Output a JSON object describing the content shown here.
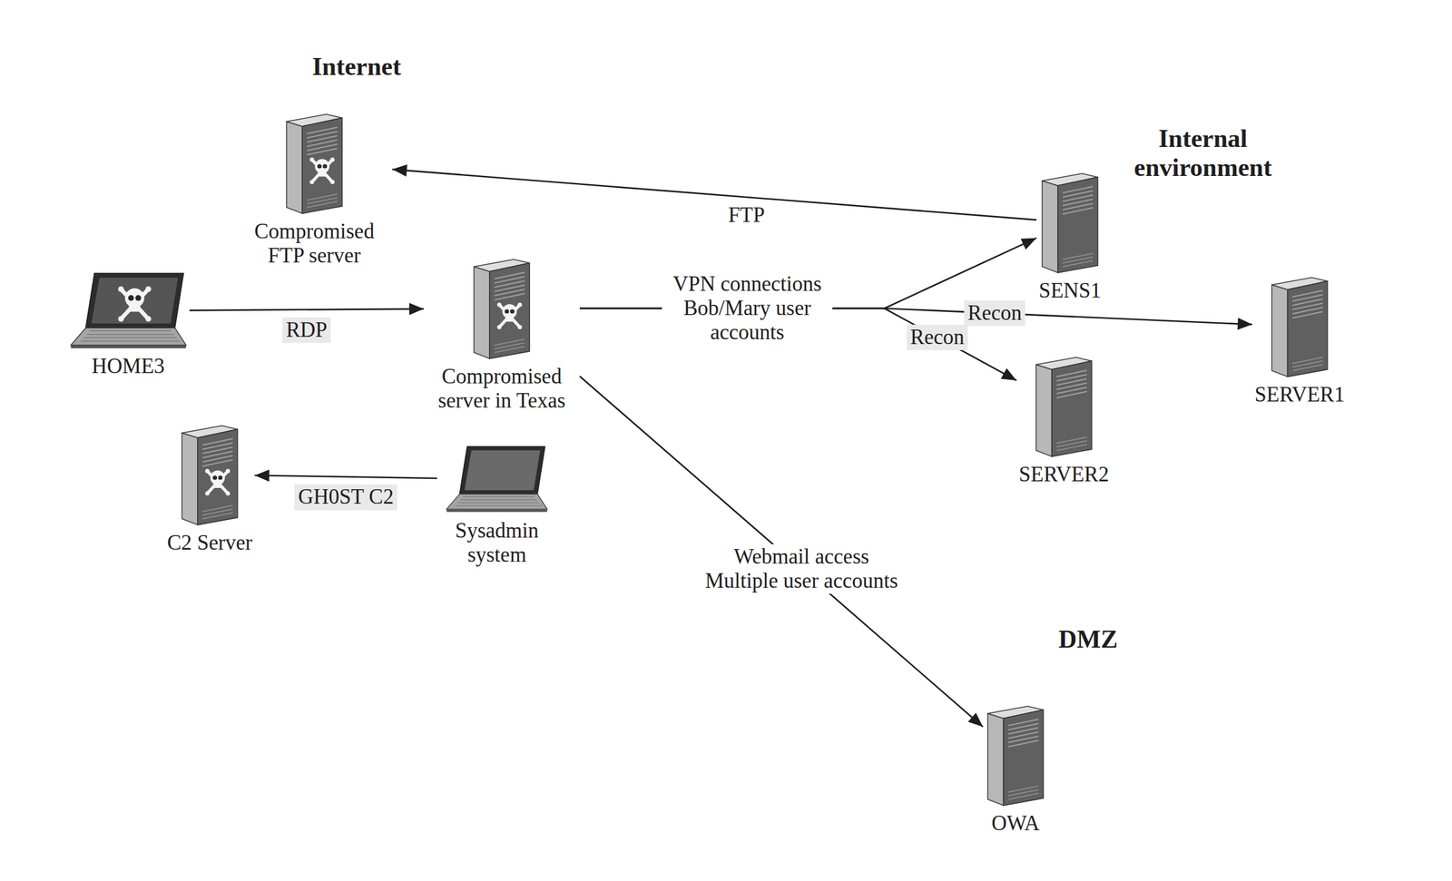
{
  "diagram": {
    "nodes": [
      {
        "text": [
          "Internet"
        ]
      },
      {
        "text": [
          "Compromised FTP server"
        ],
        "in": 0
      },
      {
        "text": [
          "HOME3"
        ],
        "in": 0
      },
      {
        "text": [
          "Compromised server in Texas"
        ],
        "in": 0
      },
      {
        "text": [
          "C2 Server"
        ],
        "in": 0
      },
      {
        "text": [
          "Sysadmin system"
        ],
        "in": 0
      },
      {
        "text": [
          "Internal environment"
        ]
      },
      {
        "text": [
          "SENS1"
        ],
        "in": 6
      },
      {
        "text": [
          "SERVER1"
        ],
        "in": 6
      },
      {
        "text": [
          "SERVER2"
        ],
        "in": 6
      },
      {
        "text": [
          "DMZ"
        ]
      },
      {
        "text": [
          "OWA"
        ],
        "in": 10
      }
    ],
    "edges": [
      {
        "from": 7,
        "to": 1,
        "label": "FTP",
        "arrow": "to"
      },
      {
        "from": 2,
        "to": 3,
        "label": "RDP",
        "arrow": "to"
      },
      {
        "from": 5,
        "to": 4,
        "label": "GH0ST C2",
        "arrow": "to"
      },
      {
        "from": 3,
        "to": 7,
        "label": "VPN connections Bob/Mary user accounts",
        "arrow": "to"
      },
      {
        "from": 3,
        "to": 8,
        "label": "Recon",
        "arrow": "to"
      },
      {
        "from": 3,
        "to": 9,
        "label": "Recon",
        "arrow": "to"
      },
      {
        "from": 3,
        "to": 11,
        "label": "Webmail access Multiple user accounts",
        "arrow": "to"
      }
    ]
  }
}
